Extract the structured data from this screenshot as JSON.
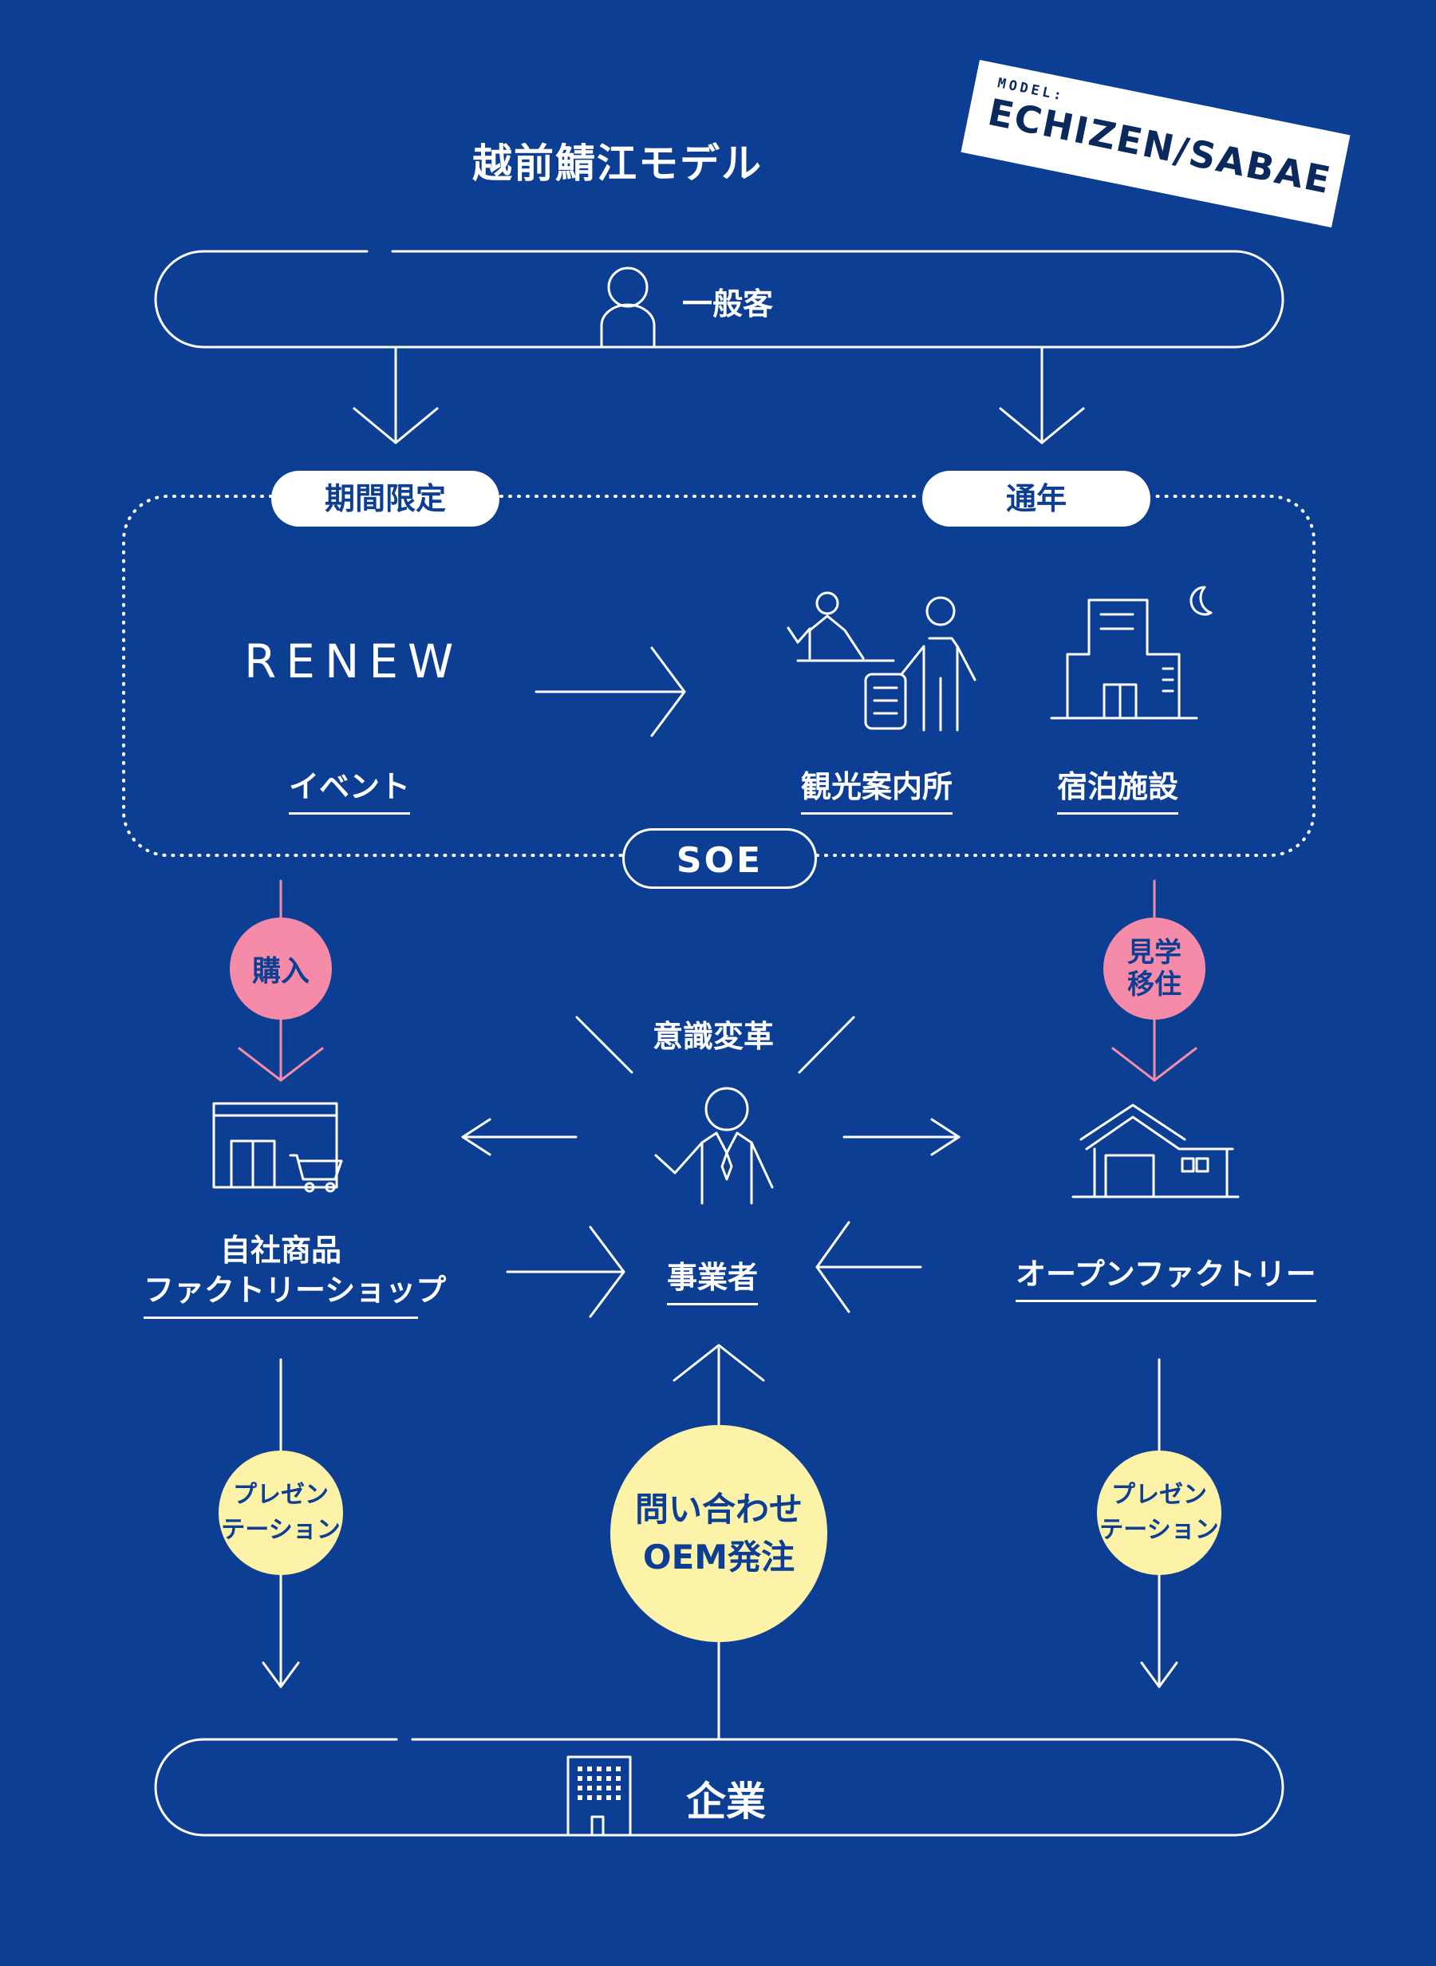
{
  "title": "越前鯖江モデル",
  "badge": {
    "small": "MODEL:",
    "large": "ECHIZEN/SABAE"
  },
  "top_band": {
    "label": "一般客"
  },
  "bottom_band": {
    "label": "企業"
  },
  "pills": {
    "limited": "期間限定",
    "yearround": "通年",
    "soe": "SOE"
  },
  "renew": "RENEW",
  "labels": {
    "event": "イベント",
    "tourist_info": "観光案内所",
    "lodging": "宿泊施設",
    "mindset": "意識変革",
    "business": "事業者",
    "shop_line1": "自社商品",
    "shop_line2": "ファクトリーショップ",
    "open_factory": "オープンファクトリー"
  },
  "circles": {
    "purchase": "購入",
    "visit_line1": "見学",
    "visit_line2": "移住",
    "pres_left_line1": "プレゼン",
    "pres_left_line2": "テーション",
    "pres_right_line1": "プレゼン",
    "pres_right_line2": "テーション",
    "oem_line1": "問い合わせ",
    "oem_line2": "OEM発注"
  },
  "colors": {
    "background": "#0c3f94",
    "pink": "#f58ba8",
    "yellow": "#fdf3a8",
    "line": "#ffffff"
  }
}
